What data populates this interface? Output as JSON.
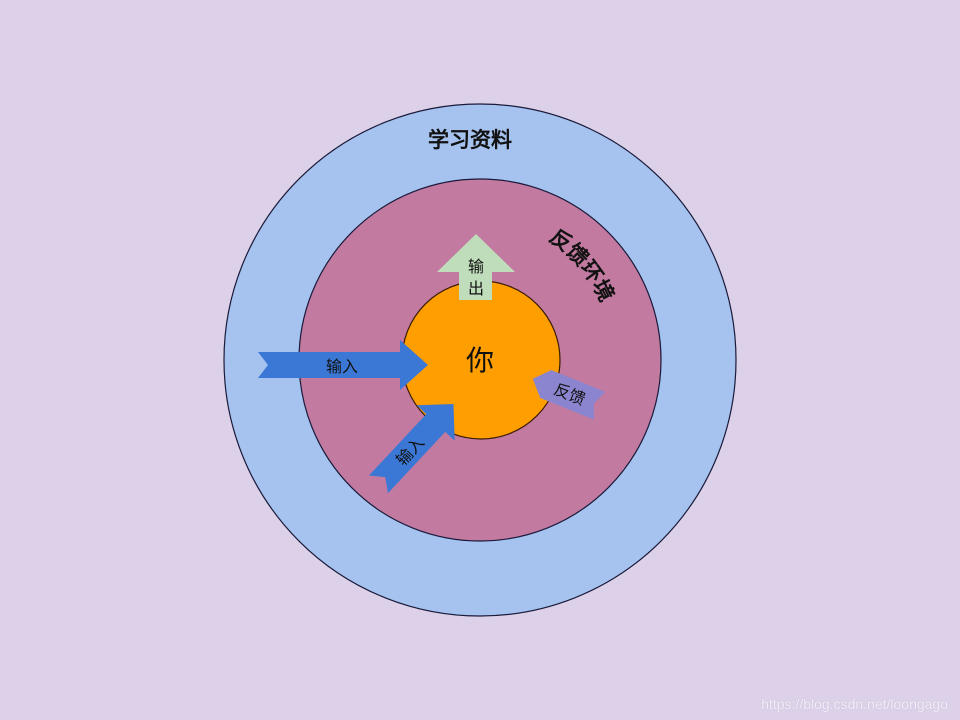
{
  "diagram": {
    "outer_ring": {
      "label": "学习资料",
      "color": "#a6c3f0"
    },
    "middle_ring": {
      "label": "反馈环境",
      "color": "#c27aa1"
    },
    "center": {
      "label": "你",
      "color": "#ff9e00"
    },
    "arrows": {
      "input_left": {
        "label": "输入",
        "color": "#3b78d6"
      },
      "input_diagonal": {
        "label": "输入",
        "color": "#3b78d6"
      },
      "output_up": {
        "label_line1": "输",
        "label_line2": "出",
        "color": "#bfdcbb"
      },
      "feedback": {
        "label": "反馈",
        "color": "#8b85cf"
      }
    }
  },
  "background": "#dcd1e9",
  "watermark": "https://blog.csdn.net/loongago"
}
